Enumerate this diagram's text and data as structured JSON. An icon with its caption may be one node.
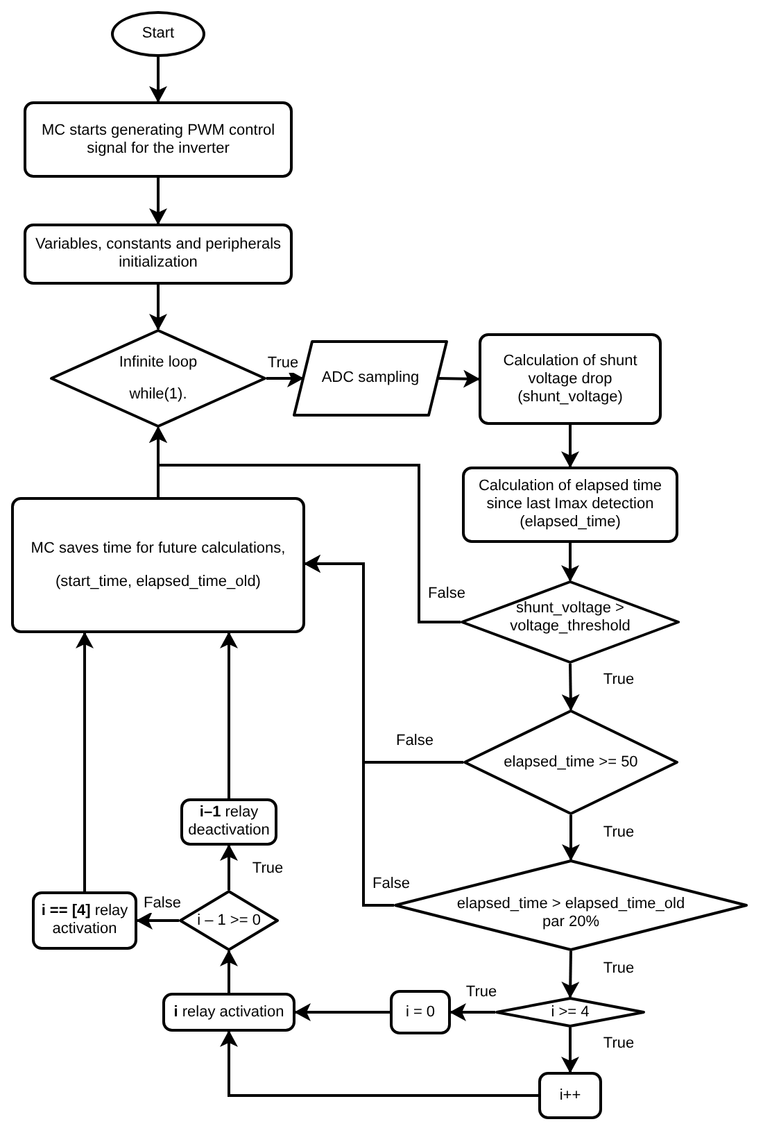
{
  "diagram": {
    "nodes": [
      {
        "text": [
          "Start"
        ]
      },
      {
        "text": [
          "MC starts generating PWM control signal for the inverter"
        ]
      },
      {
        "text": [
          "Variables, constants and peripherals initialization"
        ]
      },
      {
        "text": [
          "Infinite loop",
          "while(1)."
        ]
      },
      {
        "text": [
          "ADC sampling"
        ]
      },
      {
        "text": [
          "Calculation of shunt voltage drop (shunt_voltage)"
        ]
      },
      {
        "text": [
          "Calculation of elapsed time since last Imax detection (elapsed_time)"
        ]
      },
      {
        "text": [
          "MC saves time for future calculations,",
          "(start_time, elapsed_time_old)"
        ]
      },
      {
        "text": [
          "shunt_voltage > voltage_threshold"
        ]
      },
      {
        "text": [
          "elapsed_time >= 50"
        ]
      },
      {
        "text": [
          "elapsed_time > elapsed_time_old par 20%"
        ]
      },
      {
        "text": [
          "**i–1** relay deactivation"
        ]
      },
      {
        "text": [
          "**i == [4]** relay activation"
        ]
      },
      {
        "text": [
          "i – 1 >= 0"
        ]
      },
      {
        "text": [
          "i >= 4"
        ]
      },
      {
        "text": [
          "i = 0"
        ]
      },
      {
        "text": [
          "**i** relay activation"
        ]
      },
      {
        "text": [
          "i++"
        ]
      }
    ],
    "edges": [
      {
        "from": 0,
        "to": 1,
        "arrow": "to"
      },
      {
        "from": 1,
        "to": 2,
        "arrow": "to"
      },
      {
        "from": 2,
        "to": 3,
        "arrow": "to"
      },
      {
        "from": 3,
        "to": 4,
        "arrow": "to",
        "label": "True"
      },
      {
        "from": 4,
        "to": 5,
        "arrow": "to"
      },
      {
        "from": 5,
        "to": 6,
        "arrow": "to"
      },
      {
        "from": 6,
        "to": 8,
        "arrow": "to"
      },
      {
        "from": 8,
        "to": 3,
        "arrow": "to",
        "label": "False"
      },
      {
        "from": 7,
        "to": 3,
        "arrow": "to"
      },
      {
        "from": 8,
        "to": 9,
        "arrow": "to",
        "label": "True"
      },
      {
        "from": 9,
        "to": 7,
        "arrow": "to",
        "label": "False"
      },
      {
        "from": 9,
        "to": 10,
        "arrow": "to",
        "label": "True"
      },
      {
        "from": 10,
        "to": 7,
        "arrow": "to",
        "label": "False"
      },
      {
        "from": 10,
        "to": 14,
        "arrow": "to",
        "label": "True"
      },
      {
        "from": 14,
        "to": 15,
        "arrow": "to",
        "label": "True"
      },
      {
        "from": 14,
        "to": 17,
        "arrow": "to",
        "label": "True"
      },
      {
        "from": 15,
        "to": 16,
        "arrow": "to"
      },
      {
        "from": 17,
        "to": 16,
        "arrow": "to"
      },
      {
        "from": 16,
        "to": 13,
        "arrow": "to"
      },
      {
        "from": 13,
        "to": 11,
        "arrow": "to",
        "label": "True"
      },
      {
        "from": 13,
        "to": 12,
        "arrow": "to",
        "label": "False"
      },
      {
        "from": 11,
        "to": 7,
        "arrow": "to"
      },
      {
        "from": 12,
        "to": 7,
        "arrow": "to"
      }
    ]
  }
}
